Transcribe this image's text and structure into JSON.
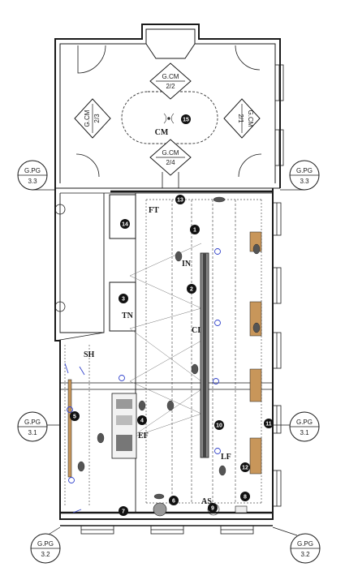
{
  "grid_refs": {
    "top_left": {
      "top": "G.PG",
      "bottom": "3.3"
    },
    "top_right": {
      "top": "G.PG",
      "bottom": "3.3"
    },
    "mid_left": {
      "top": "G.PG",
      "bottom": "3.1"
    },
    "mid_right": {
      "top": "G.PG",
      "bottom": "3.1"
    },
    "bot_left": {
      "top": "G.PG",
      "bottom": "3.2"
    },
    "bot_right": {
      "top": "G.PG",
      "bottom": "3.2"
    }
  },
  "camera_markers": {
    "top": {
      "top": "G.CM",
      "bottom": "2/2"
    },
    "left": {
      "top": "G.CM",
      "bottom": "2/3"
    },
    "right": {
      "top": "G.CM",
      "bottom": "2/1"
    },
    "bottom": {
      "top": "G.CM",
      "bottom": "2/4"
    }
  },
  "zones": {
    "cm": "CM",
    "ft": "FT",
    "in": "IN",
    "tn": "TN",
    "ci": "CI",
    "sh": "SH",
    "ef": "EF",
    "lf": "LF",
    "as": "AS"
  },
  "numbers": {
    "n1": "1",
    "n2": "2",
    "n3": "3",
    "n4": "4",
    "n5": "5",
    "n6": "6",
    "n7": "7",
    "n8": "8",
    "n9": "9",
    "n10": "10",
    "n11": "11",
    "n12": "12",
    "n13": "13",
    "n14": "14",
    "n15": "15"
  },
  "colors": {
    "wall": "#1a1a1a",
    "wood": "#c8965a",
    "marker_blue": "#3344cc",
    "line": "#555555"
  }
}
